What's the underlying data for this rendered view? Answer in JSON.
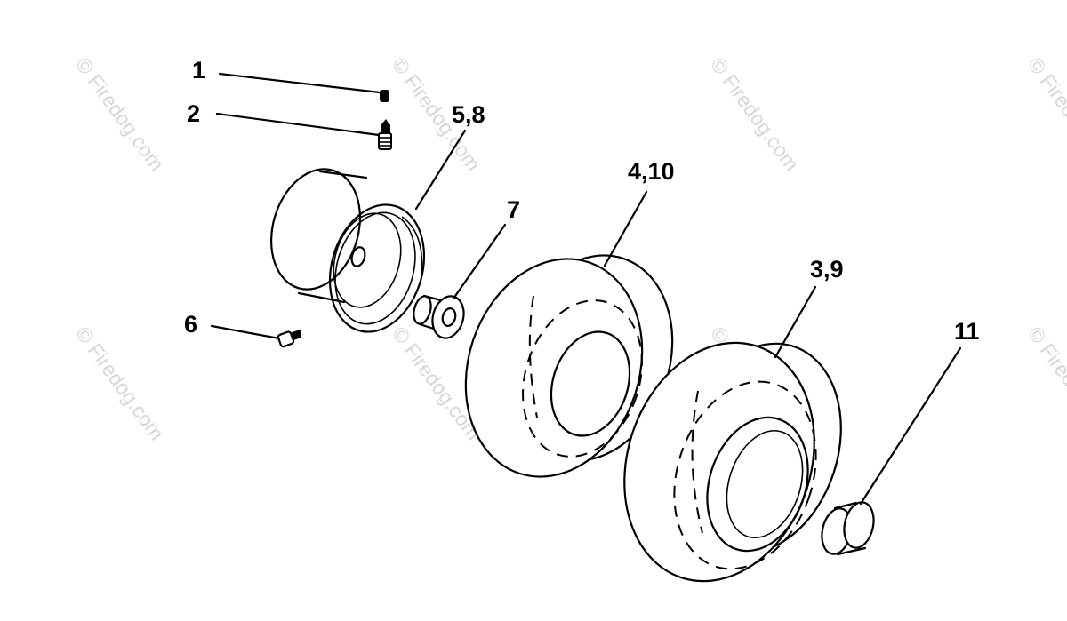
{
  "watermark": {
    "text": "© Firedog.com",
    "color": "#d6d6d6"
  },
  "callouts": [
    {
      "id": "c1",
      "label": "1"
    },
    {
      "id": "c2",
      "label": "2"
    },
    {
      "id": "c58",
      "label": "5,8"
    },
    {
      "id": "c410",
      "label": "4,10"
    },
    {
      "id": "c7",
      "label": "7"
    },
    {
      "id": "c39",
      "label": "3,9"
    },
    {
      "id": "c6",
      "label": "6"
    },
    {
      "id": "c11",
      "label": "11"
    }
  ]
}
